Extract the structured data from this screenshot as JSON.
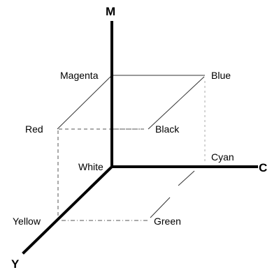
{
  "axes": {
    "m": "M",
    "c": "C",
    "y": "Y"
  },
  "vertices": {
    "magenta": "Magenta",
    "blue": "Blue",
    "red": "Red",
    "black": "Black",
    "white": "White",
    "cyan": "Cyan",
    "yellow": "Yellow",
    "green": "Green"
  }
}
